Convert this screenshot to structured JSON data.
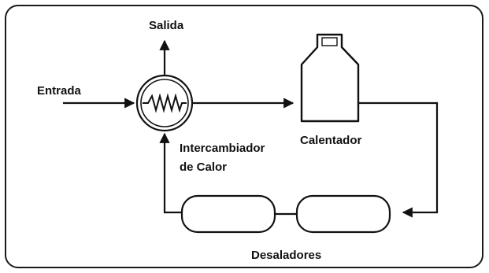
{
  "labels": {
    "outlet": "Salida",
    "inlet": "Entrada",
    "heat_exchanger": [
      "Intercambiador",
      "de Calor"
    ],
    "heater": "Calentador",
    "desalters": "Desaladores"
  },
  "colors": {
    "stroke": "#111111",
    "frame": "#1a1a1a",
    "background": "#ffffff"
  }
}
